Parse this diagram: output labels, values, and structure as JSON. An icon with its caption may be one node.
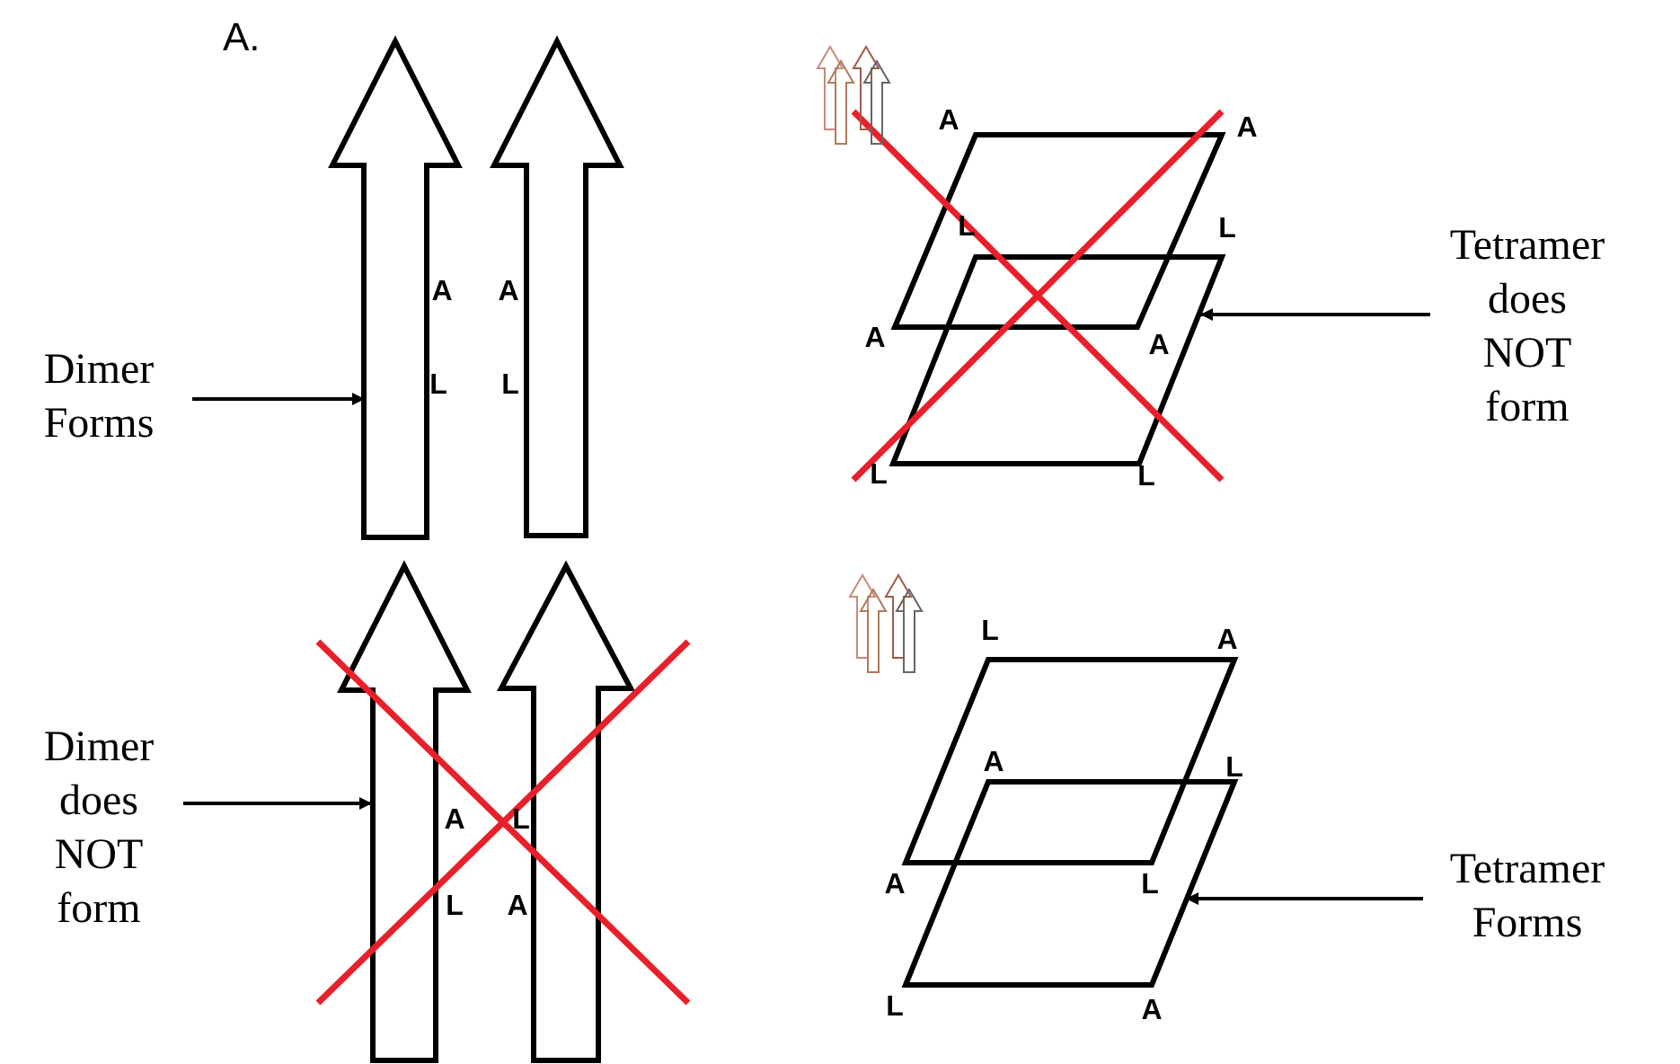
{
  "diagram": {
    "nodes": [
      {
        "text": [
          "Dimer Forms"
        ]
      },
      {
        "text": [],
        "shape": "arrow"
      },
      {
        "text": [
          "Tetramer does NOT form"
        ]
      },
      {
        "text": [],
        "shape": "parallelogram"
      },
      {
        "text": [
          "Dimer does NOT form"
        ]
      },
      {
        "text": [],
        "shape": "arrow"
      },
      {
        "text": [
          "Tetramer Forms"
        ]
      },
      {
        "text": [],
        "shape": "parallelogram"
      }
    ],
    "edges": [
      {
        "from": 0,
        "to": 1,
        "arrow": "to"
      },
      {
        "from": 2,
        "to": 3,
        "arrow": "to"
      },
      {
        "from": 4,
        "to": 5,
        "arrow": "to"
      },
      {
        "from": 6,
        "to": 7,
        "arrow": "to"
      }
    ],
    "labels": [
      "A.",
      "A",
      "A",
      "L",
      "L",
      "A",
      "A",
      "L",
      "L",
      "A",
      "A",
      "L",
      "L",
      "A",
      "L",
      "L",
      "A",
      "L",
      "A",
      "A",
      "L",
      "A",
      "L",
      "L",
      "A"
    ]
  }
}
